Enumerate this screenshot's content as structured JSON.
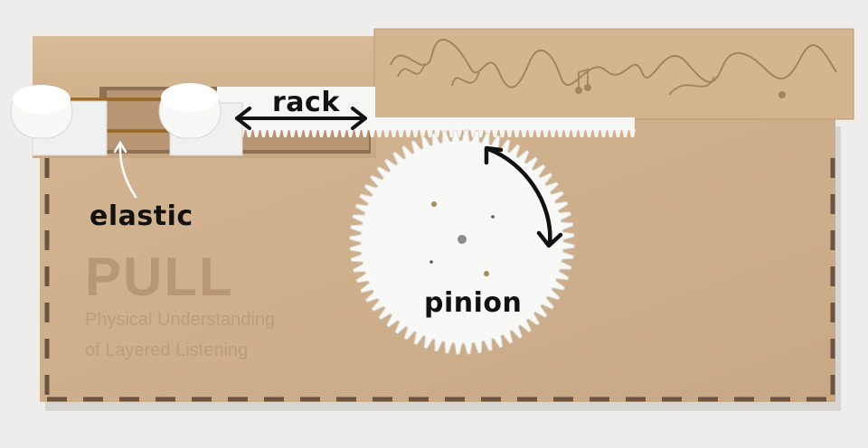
{
  "annotations": {
    "rack": "rack",
    "elastic": "elastic",
    "pinion": "pinion"
  },
  "engraving": {
    "title": "PULL",
    "line1": "Physical Understanding",
    "line2": "of Layered Listening"
  },
  "colors": {
    "background": "#eeedeb",
    "mdf_board": "#cfb08c",
    "mdf_dark_edge": "#6b5442",
    "plastic_white": "#f6f6f4",
    "annotation_ink": "#111111"
  }
}
